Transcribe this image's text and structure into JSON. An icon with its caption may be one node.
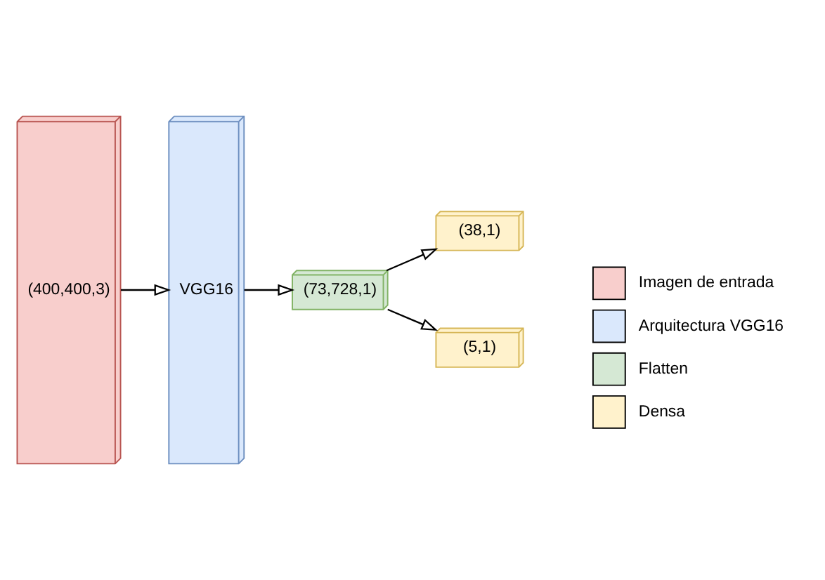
{
  "diagram": {
    "nodes": [
      {
        "text": [
          "(400,400,3)"
        ]
      },
      {
        "text": [
          "VGG16"
        ]
      },
      {
        "text": [
          "(73,728,1)"
        ]
      },
      {
        "text": [
          "(38,1)"
        ]
      },
      {
        "text": [
          "(5,1)"
        ]
      }
    ],
    "edges": [
      {
        "from": 0,
        "to": 1,
        "arrow": "to"
      },
      {
        "from": 1,
        "to": 2,
        "arrow": "to"
      },
      {
        "from": 2,
        "to": 3,
        "arrow": "to"
      },
      {
        "from": 2,
        "to": 4,
        "arrow": "to"
      }
    ],
    "legend": [
      {
        "text": "Imagen de entrada",
        "color": "#f8cecc"
      },
      {
        "text": "Arquitectura VGG16",
        "color": "#dae8fc"
      },
      {
        "text": "Flatten",
        "color": "#d5e8d4"
      },
      {
        "text": "Densa",
        "color": "#fff2cc"
      }
    ]
  }
}
